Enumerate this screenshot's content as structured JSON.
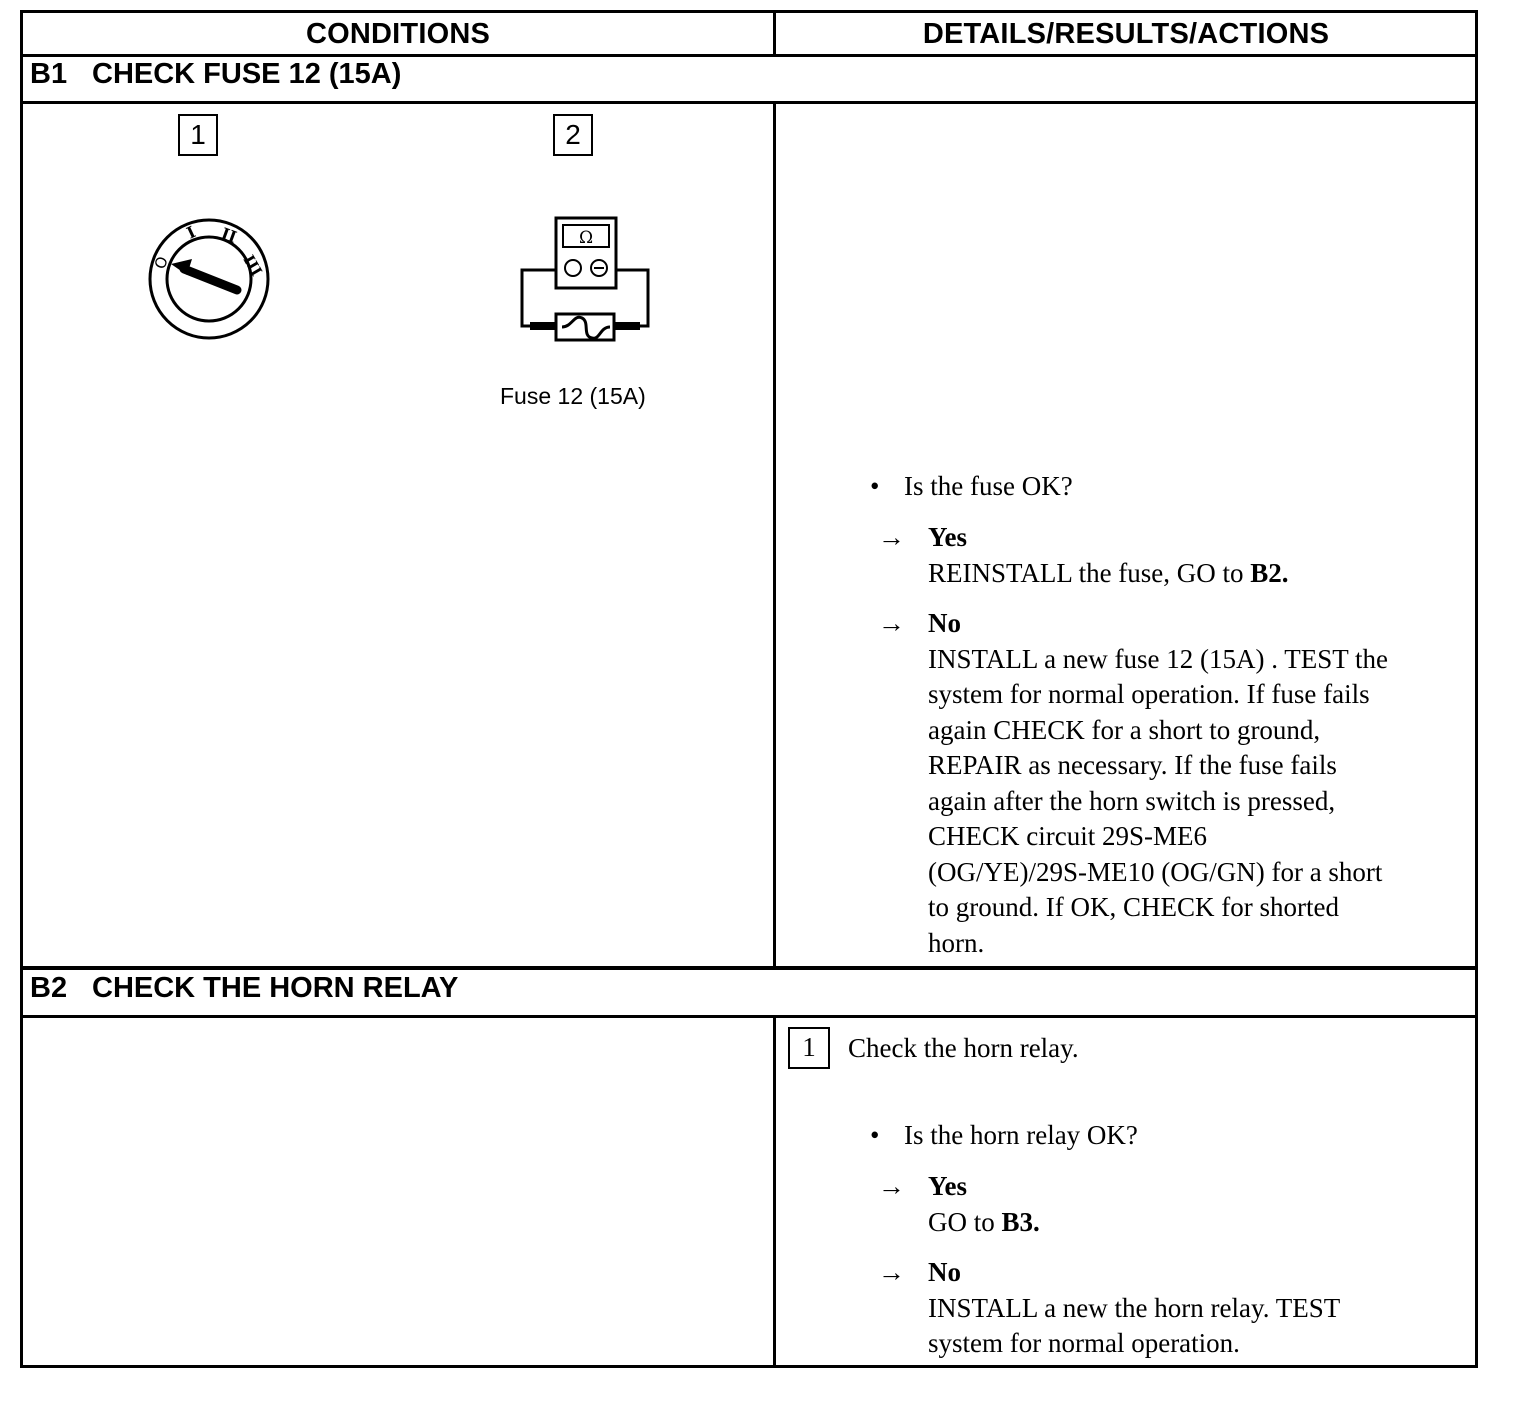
{
  "headers": {
    "conditions": "CONDITIONS",
    "details": "DETAILS/RESULTS/ACTIONS"
  },
  "sections": [
    {
      "code": "B1",
      "title": "CHECK FUSE 12 (15A)",
      "steps": [
        "1",
        "2"
      ],
      "fuse_caption": "Fuse 12 (15A)",
      "question": "Is the fuse OK?",
      "yes_label": "Yes",
      "yes_text": "REINSTALL the fuse, GO to ",
      "yes_ref": "B2.",
      "no_label": "No",
      "no_lines": [
        "INSTALL a new fuse 12 (15A) . TEST the",
        "system for normal operation. If fuse fails",
        "again CHECK for a short to ground,",
        "REPAIR as necessary. If the fuse fails",
        "again after the horn switch is pressed,",
        "CHECK circuit 29S-ME6",
        "(OG/YE)/29S-ME10 (OG/GN) for a short",
        "to ground. If OK, CHECK for shorted",
        "horn."
      ]
    },
    {
      "code": "B2",
      "title": "CHECK THE HORN RELAY",
      "step": "1",
      "step_text": "Check the horn relay.",
      "question": "Is the horn relay OK?",
      "yes_label": "Yes",
      "yes_text": "GO to ",
      "yes_ref": "B3.",
      "no_label": "No",
      "no_lines": [
        "INSTALL a new the horn relay. TEST",
        "system for normal operation."
      ]
    }
  ],
  "ignition_positions": [
    "O",
    "I",
    "II",
    "III"
  ],
  "meter_symbol": "Ω",
  "bullet_glyph": "•",
  "arrow_glyph": "→"
}
